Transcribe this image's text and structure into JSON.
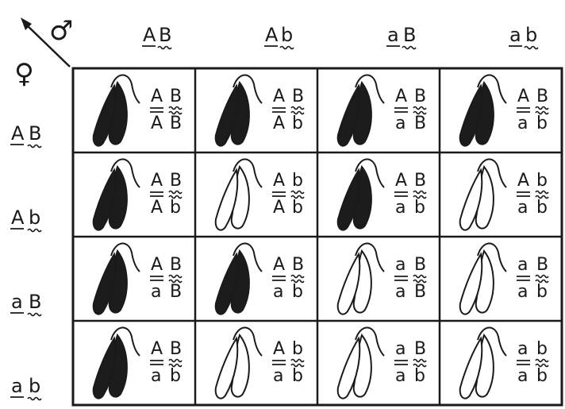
{
  "corner": {
    "male_symbol": "♂",
    "female_symbol": "♀"
  },
  "columns": [
    {
      "a1": "A",
      "a2": "B"
    },
    {
      "a1": "A",
      "a2": "b"
    },
    {
      "a1": "a",
      "a2": "B"
    },
    {
      "a1": "a",
      "a2": "b"
    }
  ],
  "rows": [
    {
      "a1": "A",
      "a2": "B"
    },
    {
      "a1": "A",
      "a2": "b"
    },
    {
      "a1": "a",
      "a2": "B"
    },
    {
      "a1": "a",
      "a2": "b"
    }
  ],
  "cells": [
    [
      {
        "top": [
          "A",
          "B"
        ],
        "bottom": [
          "A",
          "B"
        ],
        "pod": "dark"
      },
      {
        "top": [
          "A",
          "B"
        ],
        "bottom": [
          "A",
          "b"
        ],
        "pod": "dark"
      },
      {
        "top": [
          "A",
          "B"
        ],
        "bottom": [
          "a",
          "B"
        ],
        "pod": "dark"
      },
      {
        "top": [
          "A",
          "B"
        ],
        "bottom": [
          "a",
          "b"
        ],
        "pod": "dark"
      }
    ],
    [
      {
        "top": [
          "A",
          "B"
        ],
        "bottom": [
          "A",
          "b"
        ],
        "pod": "dark"
      },
      {
        "top": [
          "A",
          "b"
        ],
        "bottom": [
          "A",
          "b"
        ],
        "pod": "light"
      },
      {
        "top": [
          "A",
          "B"
        ],
        "bottom": [
          "a",
          "b"
        ],
        "pod": "dark"
      },
      {
        "top": [
          "A",
          "b"
        ],
        "bottom": [
          "a",
          "b"
        ],
        "pod": "light"
      }
    ],
    [
      {
        "top": [
          "A",
          "B"
        ],
        "bottom": [
          "a",
          "B"
        ],
        "pod": "dark"
      },
      {
        "top": [
          "A",
          "B"
        ],
        "bottom": [
          "a",
          "b"
        ],
        "pod": "dark"
      },
      {
        "top": [
          "a",
          "B"
        ],
        "bottom": [
          "a",
          "B"
        ],
        "pod": "light"
      },
      {
        "top": [
          "a",
          "B"
        ],
        "bottom": [
          "a",
          "b"
        ],
        "pod": "light"
      }
    ],
    [
      {
        "top": [
          "A",
          "B"
        ],
        "bottom": [
          "a",
          "b"
        ],
        "pod": "dark"
      },
      {
        "top": [
          "A",
          "b"
        ],
        "bottom": [
          "a",
          "b"
        ],
        "pod": "light"
      },
      {
        "top": [
          "a",
          "B"
        ],
        "bottom": [
          "a",
          "b"
        ],
        "pod": "light"
      },
      {
        "top": [
          "a",
          "b"
        ],
        "bottom": [
          "a",
          "b"
        ],
        "pod": "light"
      }
    ]
  ],
  "colors": {
    "ink": "#1a1a1a",
    "pod_dark": "#1c1c1c",
    "pod_light": "#ffffff",
    "paper": "#ffffff"
  }
}
